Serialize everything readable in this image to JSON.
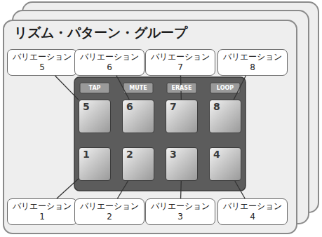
{
  "diagram": {
    "nodes": [
      {
        "text": [
          "リズム・パターン・グループ"
        ]
      },
      {
        "text": [
          "バリエーション 5"
        ],
        "in": 0
      },
      {
        "text": [
          "バリエーション 6"
        ],
        "in": 0
      },
      {
        "text": [
          "バリエーション 7"
        ],
        "in": 0
      },
      {
        "text": [
          "バリエーション 8"
        ],
        "in": 0
      },
      {
        "text": [
          "5"
        ],
        "in": 0
      },
      {
        "text": [
          "6"
        ],
        "in": 0
      },
      {
        "text": [
          "7"
        ],
        "in": 0
      },
      {
        "text": [
          "8"
        ],
        "in": 0
      },
      {
        "text": [
          "1"
        ],
        "in": 0
      },
      {
        "text": [
          "2"
        ],
        "in": 0
      },
      {
        "text": [
          "3"
        ],
        "in": 0
      },
      {
        "text": [
          "4"
        ],
        "in": 0
      },
      {
        "text": [
          "バリエーション 1"
        ],
        "in": 0
      },
      {
        "text": [
          "バリエーション 2"
        ],
        "in": 0
      },
      {
        "text": [
          "バリエーション 3"
        ],
        "in": 0
      },
      {
        "text": [
          "バリエーション 4"
        ],
        "in": 0
      }
    ],
    "edges": [
      {
        "from": 1,
        "to": 5,
        "arrow": "none"
      },
      {
        "from": 2,
        "to": 6,
        "arrow": "none"
      },
      {
        "from": 3,
        "to": 7,
        "arrow": "none"
      },
      {
        "from": 4,
        "to": 8,
        "arrow": "none"
      },
      {
        "from": 13,
        "to": 9,
        "arrow": "none"
      },
      {
        "from": 14,
        "to": 10,
        "arrow": "none"
      },
      {
        "from": 15,
        "to": 11,
        "arrow": "none"
      },
      {
        "from": 16,
        "to": 12,
        "arrow": "none"
      }
    ],
    "labels": [
      "TAP",
      "MUTE",
      "ERASE",
      "LOOP"
    ]
  }
}
